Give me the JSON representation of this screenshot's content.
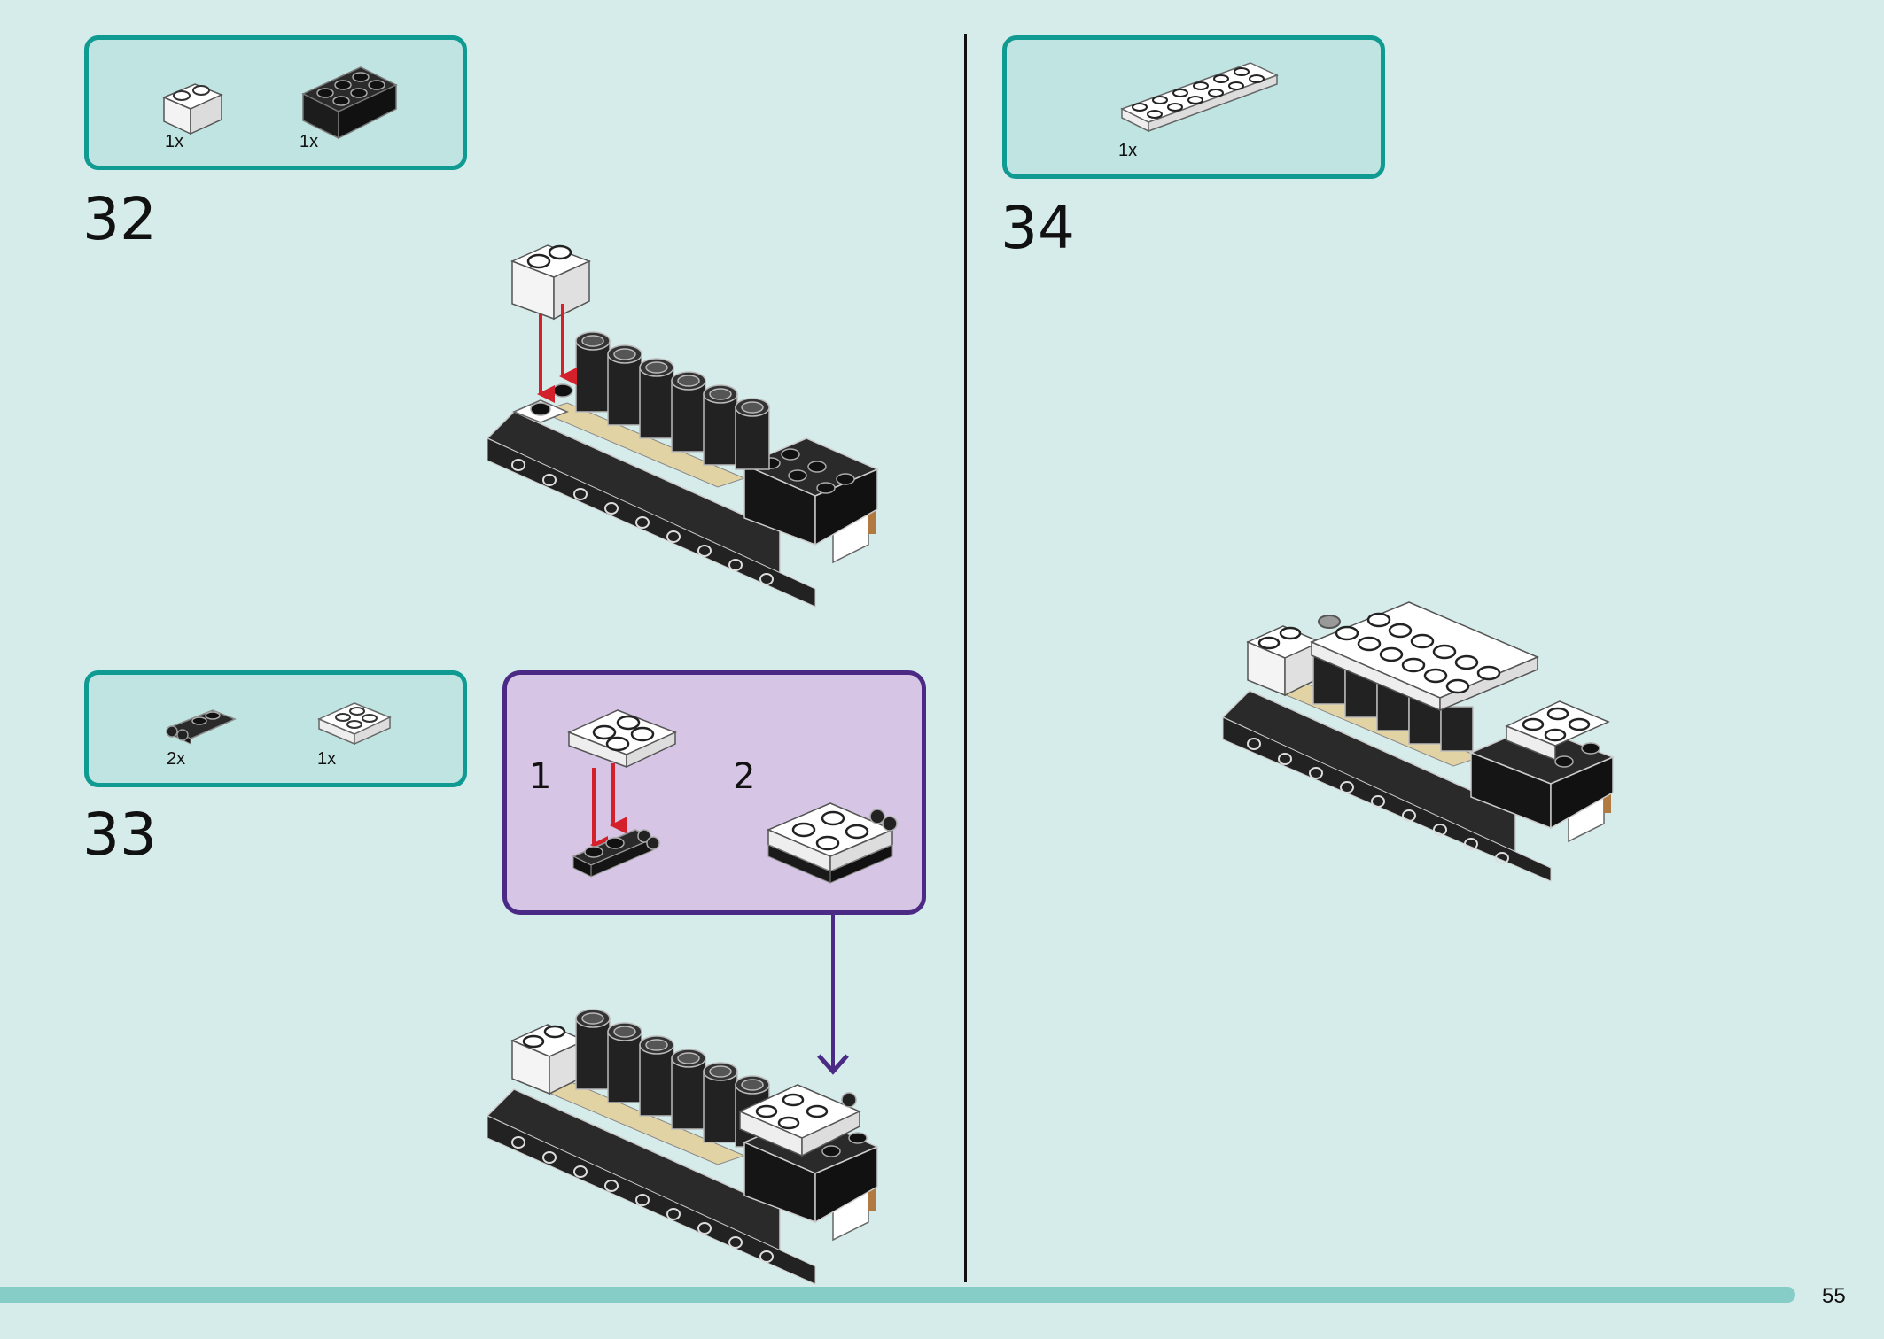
{
  "steps": [
    {
      "number": "32",
      "parts": [
        {
          "icon": "white-brick-1x2-icon",
          "qty": "1x"
        },
        {
          "icon": "black-brick-2x3-icon",
          "qty": "1x"
        }
      ]
    },
    {
      "number": "33",
      "parts": [
        {
          "icon": "black-clip-plate-icon",
          "qty": "2x"
        },
        {
          "icon": "white-plate-2x2-icon",
          "qty": "1x"
        }
      ],
      "substeps": [
        "1",
        "2"
      ]
    },
    {
      "number": "34",
      "parts": [
        {
          "icon": "white-plate-2x6-icon",
          "qty": "1x"
        }
      ]
    }
  ],
  "page_number": "55",
  "colors": {
    "background": "#d5ecea",
    "parts_box_fill": "#bfe4e2",
    "parts_box_border": "#0f9a92",
    "callout_fill": "#d6c5e4",
    "callout_border": "#4b2a85",
    "arrow_red": "#d3202a",
    "footer_bar": "#86cdc7"
  }
}
